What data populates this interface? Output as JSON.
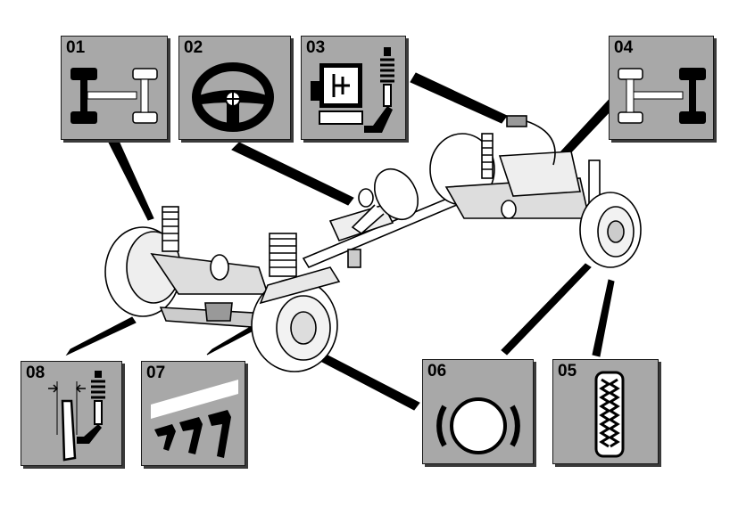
{
  "panels": [
    {
      "id": "01",
      "label": "01",
      "icon": "rear-wheel-drive-axle-icon"
    },
    {
      "id": "02",
      "label": "02",
      "icon": "steering-wheel-icon"
    },
    {
      "id": "03",
      "label": "03",
      "icon": "suspension-control-module-icon"
    },
    {
      "id": "04",
      "label": "04",
      "icon": "front-axle-drive-icon"
    },
    {
      "id": "05",
      "label": "05",
      "icon": "tire-tread-icon"
    },
    {
      "id": "06",
      "label": "06",
      "icon": "brake-warning-icon"
    },
    {
      "id": "07",
      "label": "07",
      "icon": "pedal-cluster-icon"
    },
    {
      "id": "08",
      "label": "08",
      "icon": "pedal-clearance-icon"
    }
  ],
  "colors": {
    "panel_bg": "#a8a8a8",
    "ink": "#000000",
    "background": "#ffffff"
  }
}
